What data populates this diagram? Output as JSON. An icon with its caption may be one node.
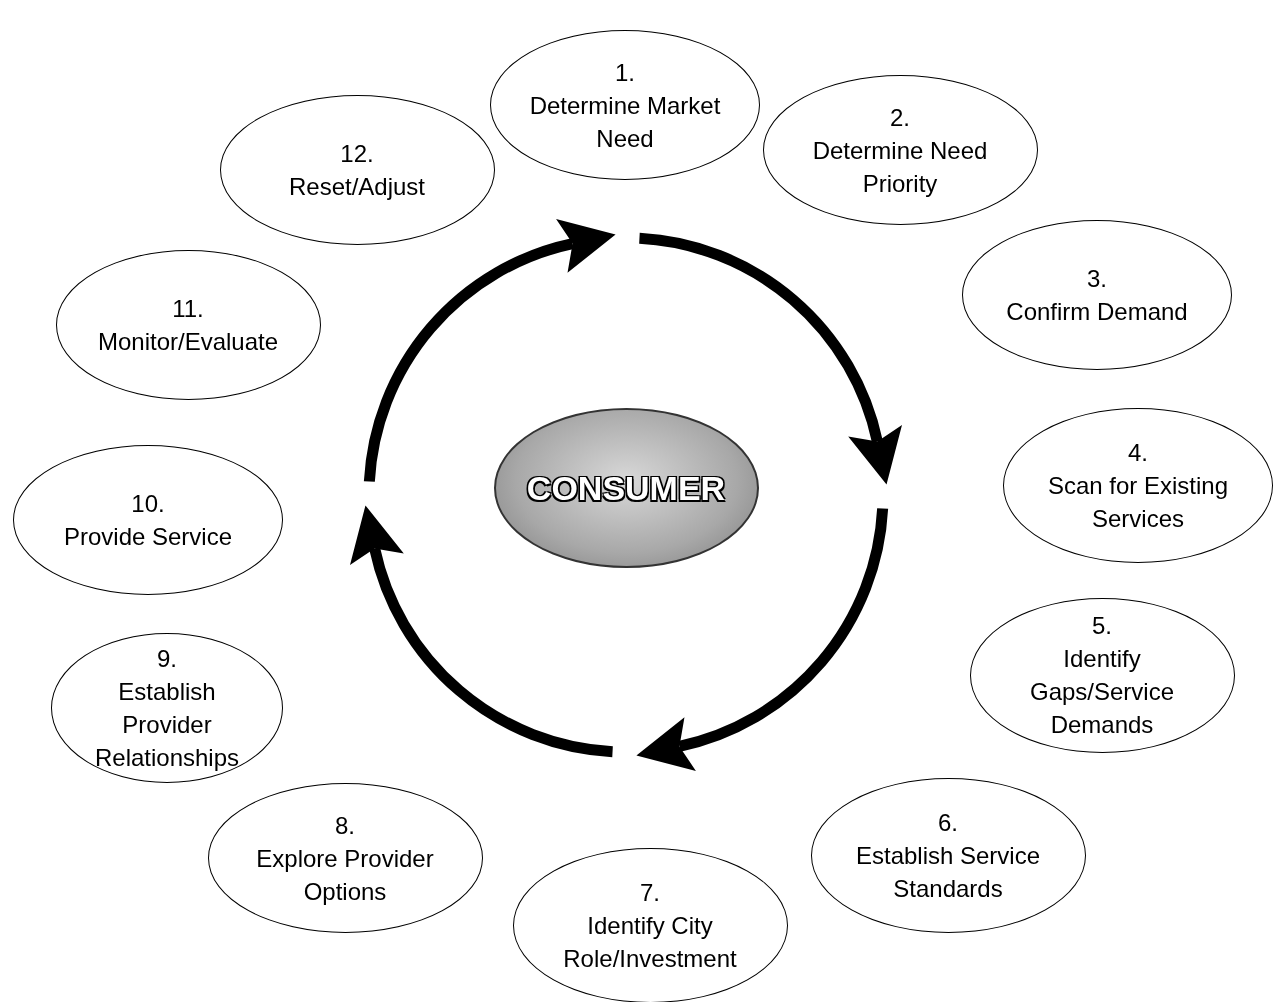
{
  "diagram": {
    "nodes": [
      {
        "text": [
          "1.",
          "Determine Market Need"
        ]
      },
      {
        "text": [
          "2.",
          "Determine Need Priority"
        ]
      },
      {
        "text": [
          "3.",
          "Confirm Demand"
        ]
      },
      {
        "text": [
          "4.",
          "Scan for Existing Services"
        ]
      },
      {
        "text": [
          "5.",
          "Identify Gaps/Service Demands"
        ]
      },
      {
        "text": [
          "6.",
          "Establish Service Standards"
        ]
      },
      {
        "text": [
          "7.",
          "Identify City Role/Investment"
        ]
      },
      {
        "text": [
          "8.",
          "Explore Provider Options"
        ]
      },
      {
        "text": [
          "9.",
          "Establish Provider Relationships"
        ]
      },
      {
        "text": [
          "10.",
          "Provide Service"
        ]
      },
      {
        "text": [
          "11.",
          "Monitor/Evaluate"
        ]
      },
      {
        "text": [
          "12.",
          "Reset/Adjust"
        ]
      },
      {
        "text": [
          "CONSUMER"
        ]
      }
    ]
  }
}
